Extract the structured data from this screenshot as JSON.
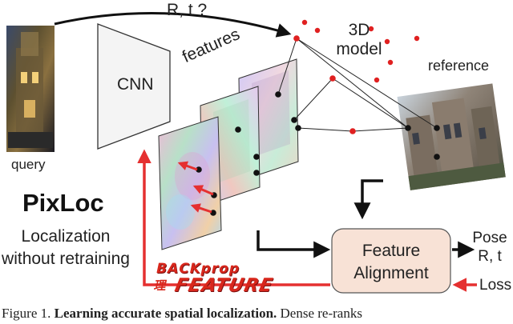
{
  "labels": {
    "rt_question": "R, t ?",
    "model_3d": "3D model",
    "features": "features",
    "reference": "reference",
    "cnn": "CNN",
    "query": "query",
    "title": "PixLoc",
    "subtitle": "Localization without retraining",
    "feature_alignment": "Feature Alignment",
    "pose": "Pose R, t",
    "loss": "Loss",
    "backprop_top": "BACKprop",
    "backprop_kanji": "理",
    "backprop_bottom": "FEATURE"
  },
  "caption": {
    "prefix": "Figure 1. ",
    "bold": "Learning accurate spatial localization.",
    "suffix": " Dense re-ranks"
  },
  "colors": {
    "arrow_red": "#e53030",
    "point_red": "#e02020",
    "box_fill": "#f8e2d6",
    "box_stroke": "#555555",
    "text": "#222222",
    "backprop_red": "#d8271c"
  }
}
